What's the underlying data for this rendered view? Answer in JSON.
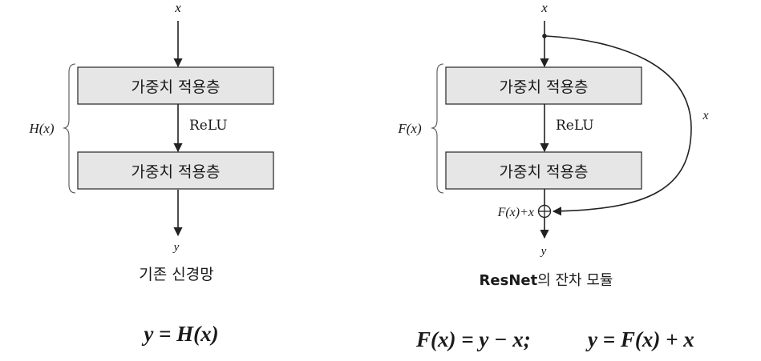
{
  "left_diagram": {
    "input_label": "x",
    "layer1_label": "가중치 적용층",
    "activation_label": "ReLU",
    "layer2_label": "가중치 적용층",
    "output_label": "y",
    "function_label": "H(x)",
    "caption": "기존 신경망",
    "equation": "y = H(x)"
  },
  "right_diagram": {
    "input_label": "x",
    "layer1_label": "가중치 적용층",
    "activation_label": "ReLU",
    "layer2_label": "가중치 적용층",
    "output_label": "y",
    "function_label": "F(x)",
    "skip_label": "x",
    "sum_label": "F(x)+x",
    "caption_bold": "ResNet",
    "caption_rest": "의 잔차 모듈",
    "equation_1": "F(x) = y − x;",
    "equation_2": "y = F(x) + x"
  },
  "colors": {
    "box_fill": "#e6e6e6",
    "line": "#222222"
  }
}
